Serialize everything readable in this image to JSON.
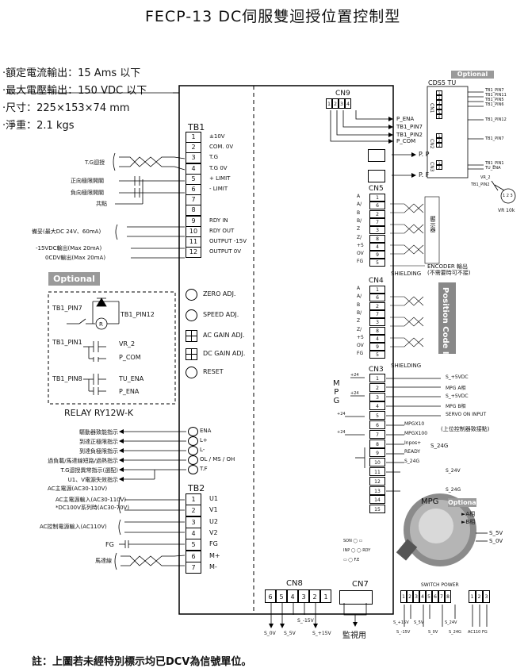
{
  "title": "FECP-13 DC伺服雙迴授位置控制型",
  "specs": [
    "‧額定電流輸出：15 Ams 以下",
    "‧最大電壓輸出：150 VDC 以下",
    "‧尺寸：225×153×74 mm",
    "‧淨重：2.1 kgs"
  ],
  "footnote": "註：上圖若未經特別標示均已DCV為信號單位。",
  "optional_label": "Optional",
  "tb1": {
    "title": "TB1",
    "pins": [
      {
        "n": "1",
        "s": "±10V"
      },
      {
        "n": "2",
        "s": "COM. 0V"
      },
      {
        "n": "3",
        "s": "T.G"
      },
      {
        "n": "4",
        "s": "T.G 0V"
      },
      {
        "n": "5",
        "s": "+ LIMIT"
      },
      {
        "n": "6",
        "s": "- LIMIT"
      },
      {
        "n": "7",
        "s": ""
      },
      {
        "n": "8",
        "s": ""
      },
      {
        "n": "9",
        "s": "RDY IN"
      },
      {
        "n": "10",
        "s": "RDY OUT"
      },
      {
        "n": "11",
        "s": "OUTPUT -15V"
      },
      {
        "n": "12",
        "s": "OUTPUT 0V"
      }
    ],
    "left_labels": [
      "T.G迴授",
      "正向極限開關",
      "負向極限開關",
      "共點",
      "備妥(最大DC 24V、60mA)",
      "-15VDC輸出(Max 20mA)",
      "0CDV輸出(Max 20mA)"
    ]
  },
  "adjust": [
    "ZERO ADJ.",
    "SPEED ADJ.",
    "AC GAIN ADJ.",
    "DC GAIN ADJ.",
    "RESET"
  ],
  "relay": {
    "title": "RELAY RY12W-K",
    "labels": [
      "TB1_PIN7",
      "TB1_PIN12",
      "R",
      "TB1_PIN1",
      "VR_2",
      "P_COM",
      "TB1_PIN8",
      "TU_ENA",
      "P_ENA"
    ]
  },
  "leds": {
    "items": [
      "ENA",
      "L+",
      "L-",
      "OL / MS / OH",
      "T.F"
    ],
    "labels": [
      "驅動器致能指示",
      "到達正極限指示",
      "到達負極限指示",
      "過負載/馬達線短路/過熱指示",
      "T.G迴授異常指示(選配)",
      "U1、V電源失效指示"
    ]
  },
  "tb2": {
    "title": "TB2",
    "pins": [
      {
        "n": "1",
        "s": "U1"
      },
      {
        "n": "2",
        "s": "V1"
      },
      {
        "n": "3",
        "s": "U2"
      },
      {
        "n": "4",
        "s": "V2"
      },
      {
        "n": "5",
        "s": "FG"
      },
      {
        "n": "6",
        "s": "M+"
      },
      {
        "n": "7",
        "s": "M-"
      }
    ],
    "left_labels": [
      "AC主電源(AC30-110V)",
      "AC主電源輸入(AC30-110V)",
      "*DC100V系列時(AC30-70V)",
      "AC控制電源輸入(AC110V)",
      "FG",
      "馬達線"
    ]
  },
  "cn9": {
    "title": "CN9",
    "pins": [
      "1",
      "2",
      "3",
      "4"
    ],
    "signals": [
      "P_ENA",
      "TB1_PIN7",
      "TB1_PIN2",
      "P_COM"
    ]
  },
  "pp": [
    "P. P",
    "P. F"
  ],
  "cn5": {
    "title": "CN5",
    "rows": [
      {
        "l": "A",
        "n": "1"
      },
      {
        "l": "A/",
        "n": "6"
      },
      {
        "l": "B",
        "n": "2"
      },
      {
        "l": "B/",
        "n": "7"
      },
      {
        "l": "Z",
        "n": "3"
      },
      {
        "l": "Z/",
        "n": "8"
      },
      {
        "l": "+5",
        "n": "4"
      },
      {
        "l": "OV",
        "n": "9"
      },
      {
        "l": "FG",
        "n": "5"
      }
    ],
    "side": "顯示器",
    "enc1": "ENCODER 輸出",
    "enc2": "(不需要時可不接)",
    "shield": "SHIELDING"
  },
  "cn4": {
    "title": "CN4",
    "rows": [
      {
        "l": "A",
        "n": "1"
      },
      {
        "l": "A/",
        "n": "6"
      },
      {
        "l": "B",
        "n": "2"
      },
      {
        "l": "B/",
        "n": "7"
      },
      {
        "l": "Z",
        "n": "3"
      },
      {
        "l": "Z/",
        "n": "8"
      },
      {
        "l": "+5",
        "n": "4"
      },
      {
        "l": "OV",
        "n": "9"
      },
      {
        "l": "FG",
        "n": "5"
      }
    ],
    "side": "Position Code Input",
    "shield": "SHIELDING"
  },
  "cn3": {
    "title": "CN3",
    "pins": [
      "1",
      "2",
      "3",
      "4",
      "5",
      "6",
      "7",
      "8",
      "9",
      "10",
      "11",
      "12",
      "13",
      "14",
      "15"
    ],
    "signals": [
      "S_+5VDC",
      "MPG A相",
      "S_+5VDC",
      "MPG B相",
      "SERVO ON INPUT",
      "MPGX10",
      "MPGX100",
      "Inpos+",
      "READY",
      "S_24G",
      "S_24V",
      "",
      "S_24G",
      "",
      ""
    ],
    "mpg_note": "(上位控制器致接點)",
    "s24g": "S_24G",
    "mpg_letters": [
      "M",
      "P",
      "G"
    ],
    "p24": "+24"
  },
  "cds5": {
    "title": "CDS5 TU",
    "cn1": "CN1",
    "cn2": "CN2",
    "cn3": "CN3",
    "cn1_pins": [
      "1",
      "2",
      "3",
      "4",
      "5",
      "6"
    ],
    "cn1_signals": [
      "TB1_PIN7",
      "TB1_PIN11",
      "TB1_PIN5",
      "TB1_PIN6",
      "TB1_PIN12"
    ],
    "cn2_pins": [
      "1",
      "2",
      "3"
    ],
    "cn2_signal": "TB1_PIN7",
    "cn3_pins": [
      "1",
      "2"
    ],
    "cn3_signals": [
      "TB1_PIN1",
      "TU_ENA"
    ],
    "vr": [
      "VR_2",
      "TB1_PIN2"
    ],
    "vr_pins": "1 2 3",
    "vr_label": "VR 10k"
  },
  "mpg": {
    "title": "MPG",
    "phases": [
      "A相",
      "B相"
    ],
    "power": [
      "S_5V",
      "S_0V"
    ]
  },
  "status": [
    "SON",
    "INP",
    "RDY",
    "F.E"
  ],
  "cn8": {
    "title": "CN8",
    "pins": [
      "6",
      "5",
      "4",
      "3",
      "2",
      "1"
    ],
    "labels": [
      "S_0V",
      "S_5V",
      "S_+15V",
      "S_-15V"
    ]
  },
  "cn7": {
    "title": "CN7",
    "label": "監視用"
  },
  "switch": {
    "title": "SWITCH POWER",
    "pins": [
      "1",
      "2",
      "3",
      "4",
      "5",
      "6",
      "7",
      "8"
    ],
    "pins2": [
      "1",
      "2",
      "3"
    ],
    "labels": [
      "S_+15V",
      "S_5V",
      "S_24V",
      "S_-15V",
      "S_0V",
      "S_24G",
      "AC110 FG"
    ]
  }
}
